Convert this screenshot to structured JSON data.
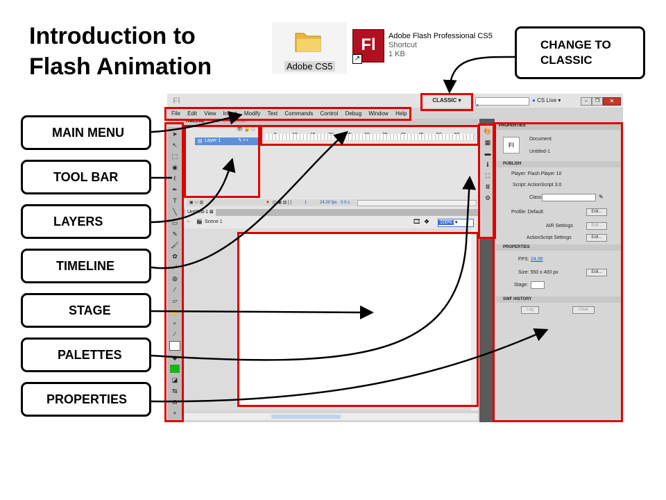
{
  "title_lines": [
    "Introduction to",
    "Flash Animation"
  ],
  "desktop": {
    "folder_label": "Adobe CS5",
    "shortcut_name": "Adobe Flash Professional CS5",
    "shortcut_type": "Shortcut",
    "shortcut_size": "1 KB",
    "shortcut_logo": "Fl"
  },
  "callouts": {
    "classic": "CHANGE TO CLASSIC",
    "main_menu": "MAIN MENU",
    "tool_bar": "TOOL BAR",
    "layers": "LAYERS",
    "timeline": "TIMELINE",
    "stage": "STAGE",
    "palettes": "PALETTES",
    "properties": "PROPERTIES"
  },
  "flash": {
    "app_logo": "Fl",
    "workspace": "CLASSIC",
    "cs_live": "CS Live",
    "menu": [
      "File",
      "Edit",
      "View",
      "Insert",
      "Modify",
      "Text",
      "Commands",
      "Control",
      "Debug",
      "Window",
      "Help"
    ],
    "tabs": {
      "timeline": "TIMELINE",
      "motion_editor": "MOTION EDITOR"
    },
    "layer_name": "Layer 1",
    "frame_numbers": [
      "5",
      "10",
      "15",
      "20",
      "25",
      "30",
      "35",
      "40",
      "45",
      "50",
      "55"
    ],
    "timeline_status": {
      "frame": "1",
      "fps": "24.00 fps",
      "time": "0.0 s"
    },
    "doc_tab": "Untitled-1",
    "scene": "Scene 1",
    "zoom": "100%",
    "properties": {
      "header": "PROPERTIES",
      "doc_type": "Document",
      "doc_name": "Untitled-1",
      "sections": {
        "publish": "PUBLISH",
        "properties": "PROPERTIES",
        "swf_history": "SWF HISTORY"
      },
      "player": "Player: Flash Player 10",
      "script": "Script: ActionScript 3.0",
      "class_label": "Class:",
      "profile": "Profile: Default",
      "air_settings": "AIR Settings",
      "as_settings": "ActionScript Settings",
      "edit": "Edit...",
      "fps_label": "FPS:",
      "fps_value": "24.00",
      "size": "Size: 550 x 400 px",
      "stage_label": "Stage:",
      "log": "Log",
      "clear": "Clear"
    }
  },
  "colors": {
    "highlight": "#e00000",
    "flash_red": "#b01020",
    "layer_blue": "#5b8fd6",
    "link": "#1155cc"
  }
}
